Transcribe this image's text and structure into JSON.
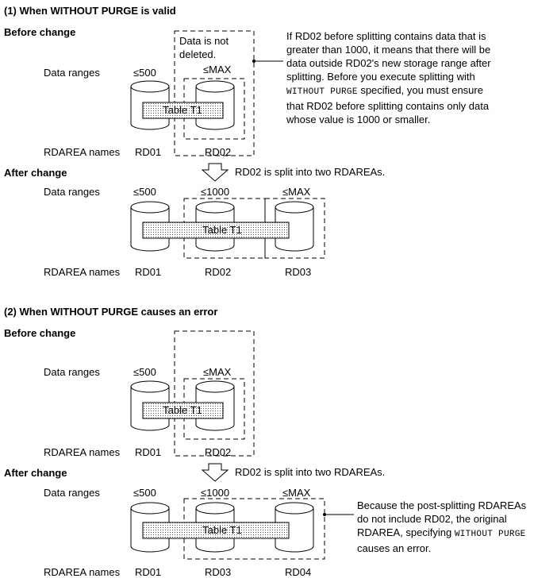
{
  "section1": {
    "title": "(1) When WITHOUT PURGE is valid",
    "before_heading": "Before change",
    "data_ranges_label": "Data ranges",
    "before_ranges": [
      "≤500",
      "≤MAX"
    ],
    "not_deleted_line1": "Data is not",
    "not_deleted_line2": "deleted.",
    "table_label": "Table T1",
    "rdarea_label": "RDAREA names",
    "before_names": [
      "RD01",
      "RD02"
    ],
    "callout": {
      "part1": "If RD02 before splitting contains data that is greater than 1000, it means that there will be data outside RD02's new storage range after splitting. Before you execute splitting with ",
      "code": "WITHOUT PURGE",
      "part2": " specified, you must ensure that RD02 before splitting contains only data whose value is 1000 or smaller."
    },
    "after_heading": "After change",
    "split_note": "RD02 is split into two RDAREAs.",
    "after_ranges": [
      "≤500",
      "≤1000",
      "≤MAX"
    ],
    "after_names": [
      "RD01",
      "RD02",
      "RD03"
    ]
  },
  "section2": {
    "title": "(2) When WITHOUT PURGE causes an error",
    "before_heading": "Before change",
    "data_ranges_label": "Data ranges",
    "before_ranges": [
      "≤500",
      "≤MAX"
    ],
    "table_label": "Table T1",
    "rdarea_label": "RDAREA names",
    "before_names": [
      "RD01",
      "RD02"
    ],
    "after_heading": "After change",
    "split_note": "RD02 is split into two RDAREAs.",
    "after_ranges": [
      "≤500",
      "≤1000",
      "≤MAX"
    ],
    "after_names": [
      "RD01",
      "RD03",
      "RD04"
    ],
    "callout": {
      "part1": "Because the post-splitting RDAREAs do not include RD02, the original RDAREA, specifying ",
      "code": "WITHOUT PURGE",
      "part2": " causes an error."
    }
  }
}
